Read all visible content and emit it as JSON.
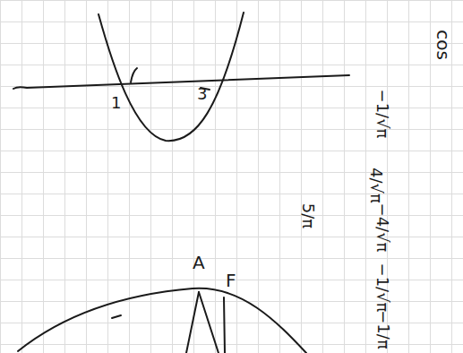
{
  "diagram": {
    "labels": [
      "cos",
      "1",
      "3",
      "A",
      "F",
      "−1/√π",
      "4/√π",
      "−4/√π",
      "5/π",
      "−1/√π",
      "−1/π"
    ]
  }
}
